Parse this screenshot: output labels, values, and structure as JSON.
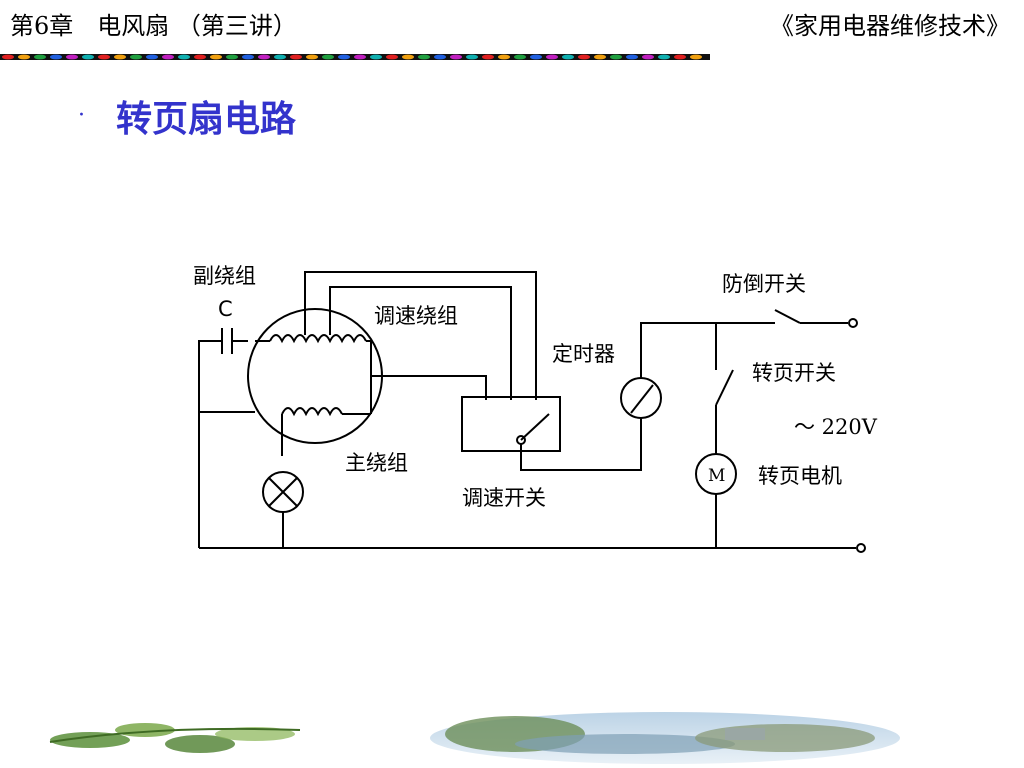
{
  "header": {
    "left": "第6章　电风扇 （第三讲）",
    "right": "《家用电器维修技术》"
  },
  "slide": {
    "bullet": "·",
    "title": "转页扇电路"
  },
  "diagram": {
    "labels": {
      "aux_winding": "副绕组",
      "capacitor": "C",
      "speed_winding": "调速绕组",
      "main_winding": "主绕组",
      "speed_switch": "调速开关",
      "timer": "定时器",
      "tip_over_switch": "防倒开关",
      "swing_switch": "转页开关",
      "supply": "～ 220V",
      "motor_symbol": "M",
      "swing_motor": "转页电机"
    }
  },
  "colors": {
    "title": "#3333cc",
    "text": "#000000"
  }
}
